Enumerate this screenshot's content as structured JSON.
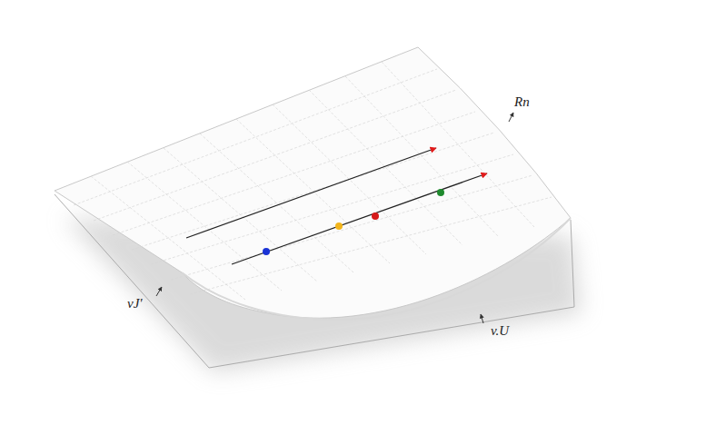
{
  "diagram": {
    "labels": [
      "Rn",
      "vJ'",
      "v.U"
    ]
  }
}
